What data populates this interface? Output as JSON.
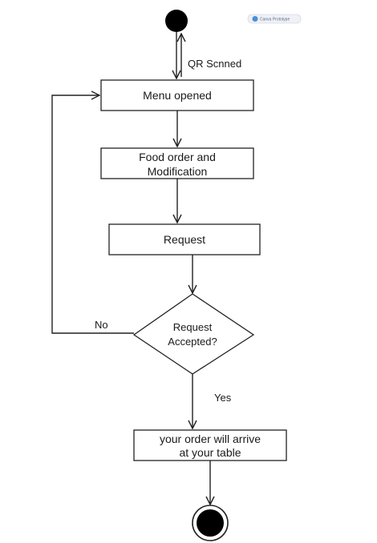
{
  "logo": {
    "text": "Canva Prototype"
  },
  "nodes": {
    "menu": "Menu opened",
    "food_line1": "Food order and",
    "food_line2": "Modification",
    "request": "Request",
    "decision_line1": "Request",
    "decision_line2": "Accepted?",
    "arrive_line1": "your order will arrive",
    "arrive_line2": "at your table"
  },
  "edges": {
    "qr": "QR Scnned",
    "no": "No",
    "yes": "Yes"
  },
  "colors": {
    "stroke": "#222222",
    "node_fill": "#000000",
    "background": "#ffffff"
  }
}
